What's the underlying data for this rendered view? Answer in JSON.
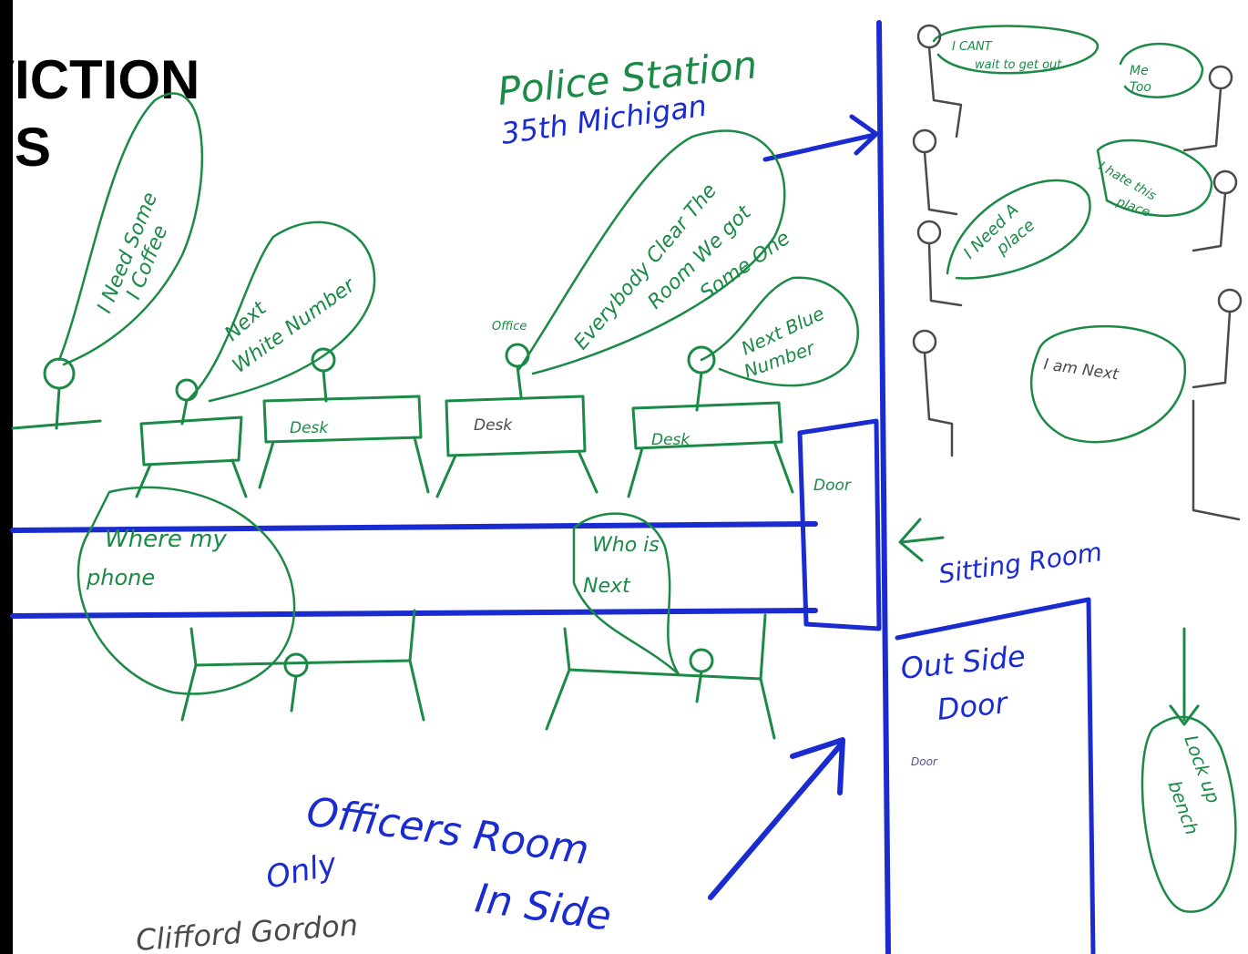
{
  "header": {
    "line1": "VICTION",
    "line2": "ES"
  },
  "colors": {
    "green": "#1b8a46",
    "blue": "#1a2bd0",
    "dark": "#4a4a4a",
    "black": "#000000"
  },
  "labels": {
    "station_line1": "Police Station",
    "station_line2": "35th Michigan",
    "coffee": [
      "I Need Some",
      "I Coffee"
    ],
    "white_number": [
      "Next",
      "White Number"
    ],
    "desk": "Desk",
    "office": "Office",
    "clear_room": [
      "Everybody Clear The",
      "Room We got",
      "Some One"
    ],
    "blue_number": [
      "Next Blue",
      "Number"
    ],
    "phone": [
      "Where my",
      "phone"
    ],
    "who_next": [
      "Who is",
      "Next"
    ],
    "door": "Door",
    "cant_wait": [
      "I CANT",
      "wait to get out"
    ],
    "me_too": [
      "Me",
      "Too"
    ],
    "hate_place": [
      "I hate this",
      "place"
    ],
    "need_place": [
      "I Need A",
      "place"
    ],
    "am_next": "I am Next",
    "sitting_room": "Sitting Room",
    "outside_door": [
      "Out Side",
      "Door"
    ],
    "door_small": "Door",
    "offices_room": "Officers Room",
    "only": "Only",
    "in_side": "In Side",
    "lock_up": [
      "Lock up",
      "bench"
    ],
    "signature": "Clifford Gordon"
  }
}
